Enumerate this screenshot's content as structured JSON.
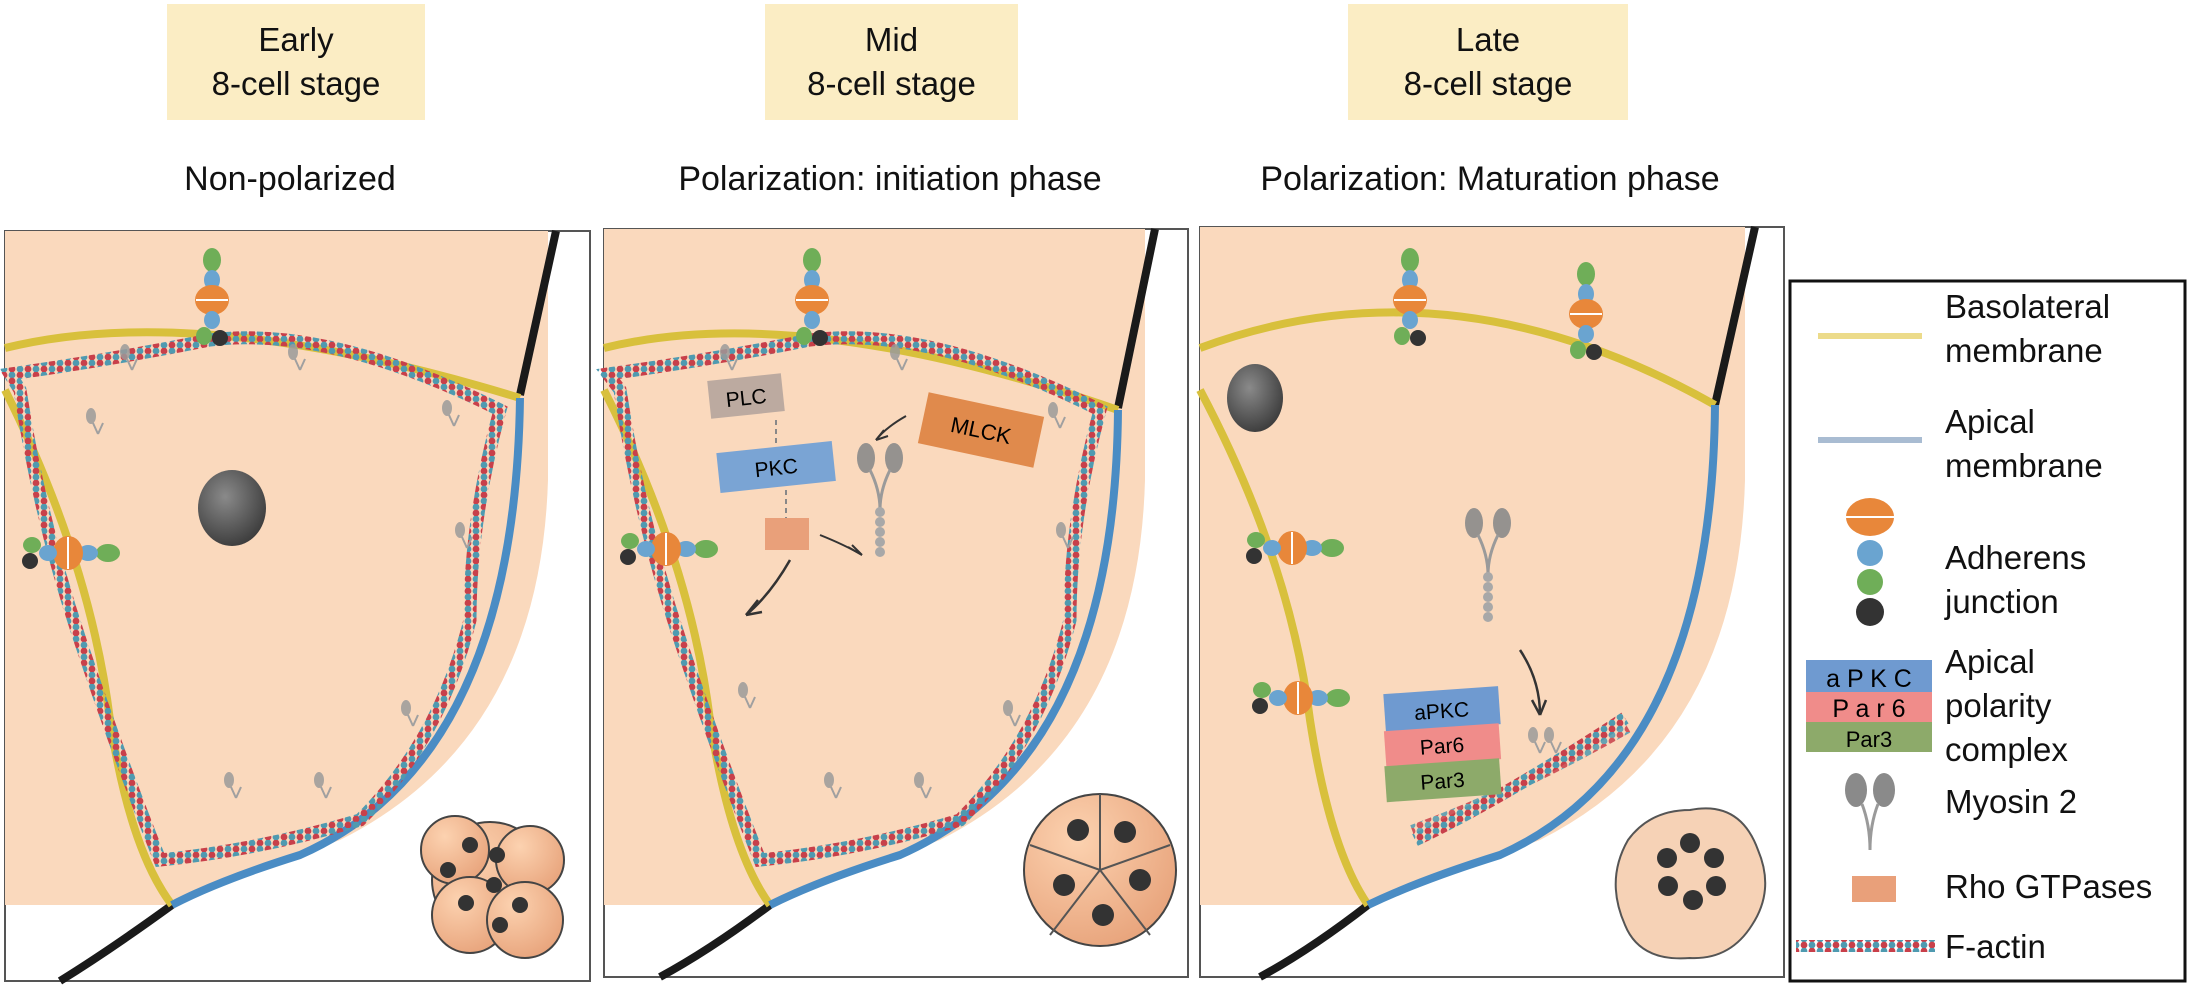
{
  "stages": [
    {
      "line1": "Early",
      "line2": "8-cell stage",
      "phase": "Non-polarized"
    },
    {
      "line1": "Mid",
      "line2": "8-cell stage",
      "phase": "Polarization: initiation phase"
    },
    {
      "line1": "Late",
      "line2": "8-cell stage",
      "phase": "Polarization: Maturation phase"
    }
  ],
  "mid_labels": {
    "plc": "PLC",
    "pkc": "PKC",
    "mlck": "MLCK"
  },
  "late_labels": {
    "apkc": "aPKC",
    "par6": "Par6",
    "par3": "Par3"
  },
  "legend": {
    "basolateral_1": "Basolateral",
    "basolateral_2": "membrane",
    "apical_1": "Apical",
    "apical_2": "membrane",
    "adherens_1": "Adherens",
    "adherens_2": "junction",
    "apc_1": "Apical",
    "apc_2": "polarity",
    "apc_3": "complex",
    "apc_box_1": "a P K C",
    "apc_box_2": "P a r 6",
    "apc_box_3": "Par3",
    "myosin": "Myosin 2",
    "rho": "Rho GTPases",
    "factin": "F-actin"
  },
  "colors": {
    "cell_fill": "#fad9bd",
    "basolateral": "#d8c03c",
    "apical": "#4a8cc4",
    "outer_membrane": "#1a1a1a",
    "stage_box": "#fbedc4",
    "apkc": "#6f9ad0",
    "par6": "#f08c8a",
    "par3": "#8daa6a",
    "mlck": "#e08a4c",
    "plc": "#bcaaa0",
    "pkc": "#7aa4d4",
    "rho": "#e9a07a"
  }
}
